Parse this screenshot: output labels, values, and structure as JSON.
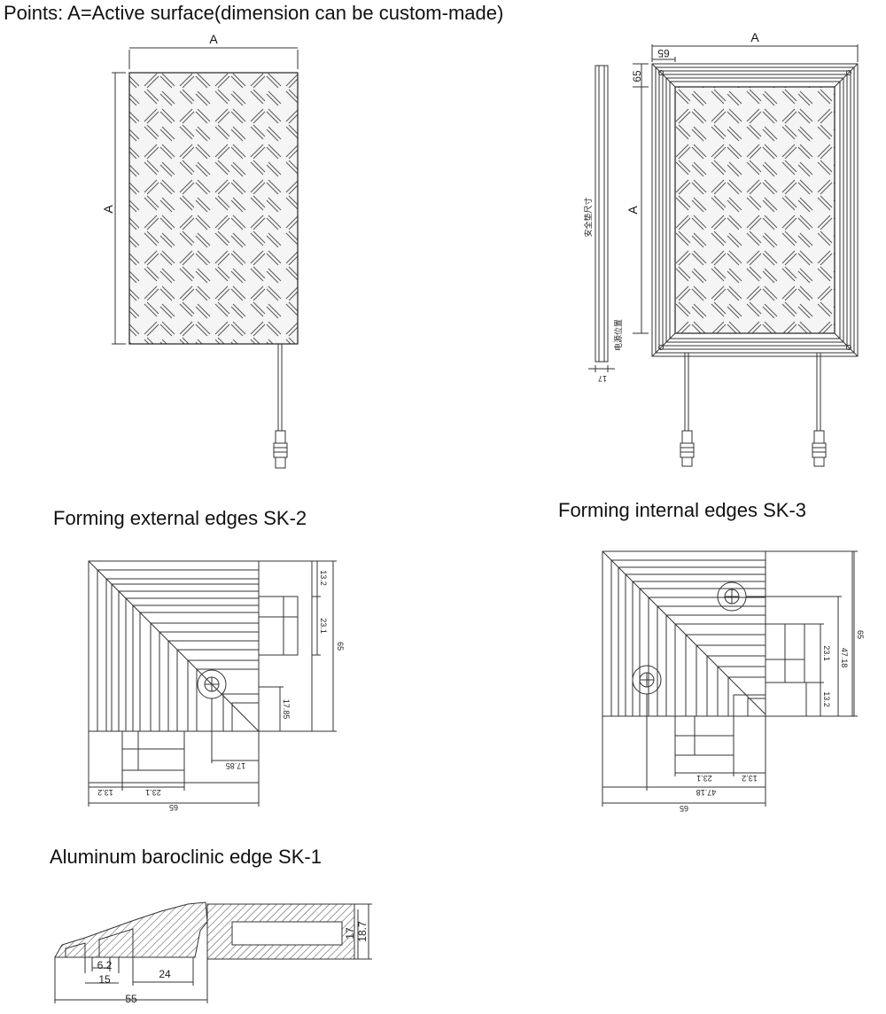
{
  "header": {
    "points_note": "Points: A=Active surface(dimension can be custom-made)"
  },
  "mat_left": {
    "width_label": "A",
    "height_label": "A"
  },
  "mat_right": {
    "width_label": "A",
    "height_label": "A",
    "corner_h_label": "65",
    "corner_v_label": "65",
    "side_thickness_label": "17",
    "side_label_safety": "安全垫尺寸",
    "side_label_power": "电源位置"
  },
  "sk2": {
    "title": "Forming external edges SK-2",
    "dims": {
      "d1": "13.2",
      "d2": "23.1",
      "d3": "65",
      "d4": "17.85",
      "d5": "17.85",
      "d6": "13.2",
      "d7": "23.1",
      "d8": "65"
    }
  },
  "sk3": {
    "title": "Forming internal edges SK-3",
    "dims": {
      "d1": "65",
      "d2": "47.18",
      "d3": "23.1",
      "d4": "13.2",
      "d5": "23.1",
      "d6": "13.2",
      "d7": "47.18",
      "d8": "65"
    }
  },
  "sk1": {
    "title": "Aluminum baroclinic edge SK-1",
    "dims": {
      "d1": "6.2",
      "d2": "15",
      "d3": "24",
      "d4": "55",
      "d5": "17",
      "d6": "18.7"
    }
  }
}
